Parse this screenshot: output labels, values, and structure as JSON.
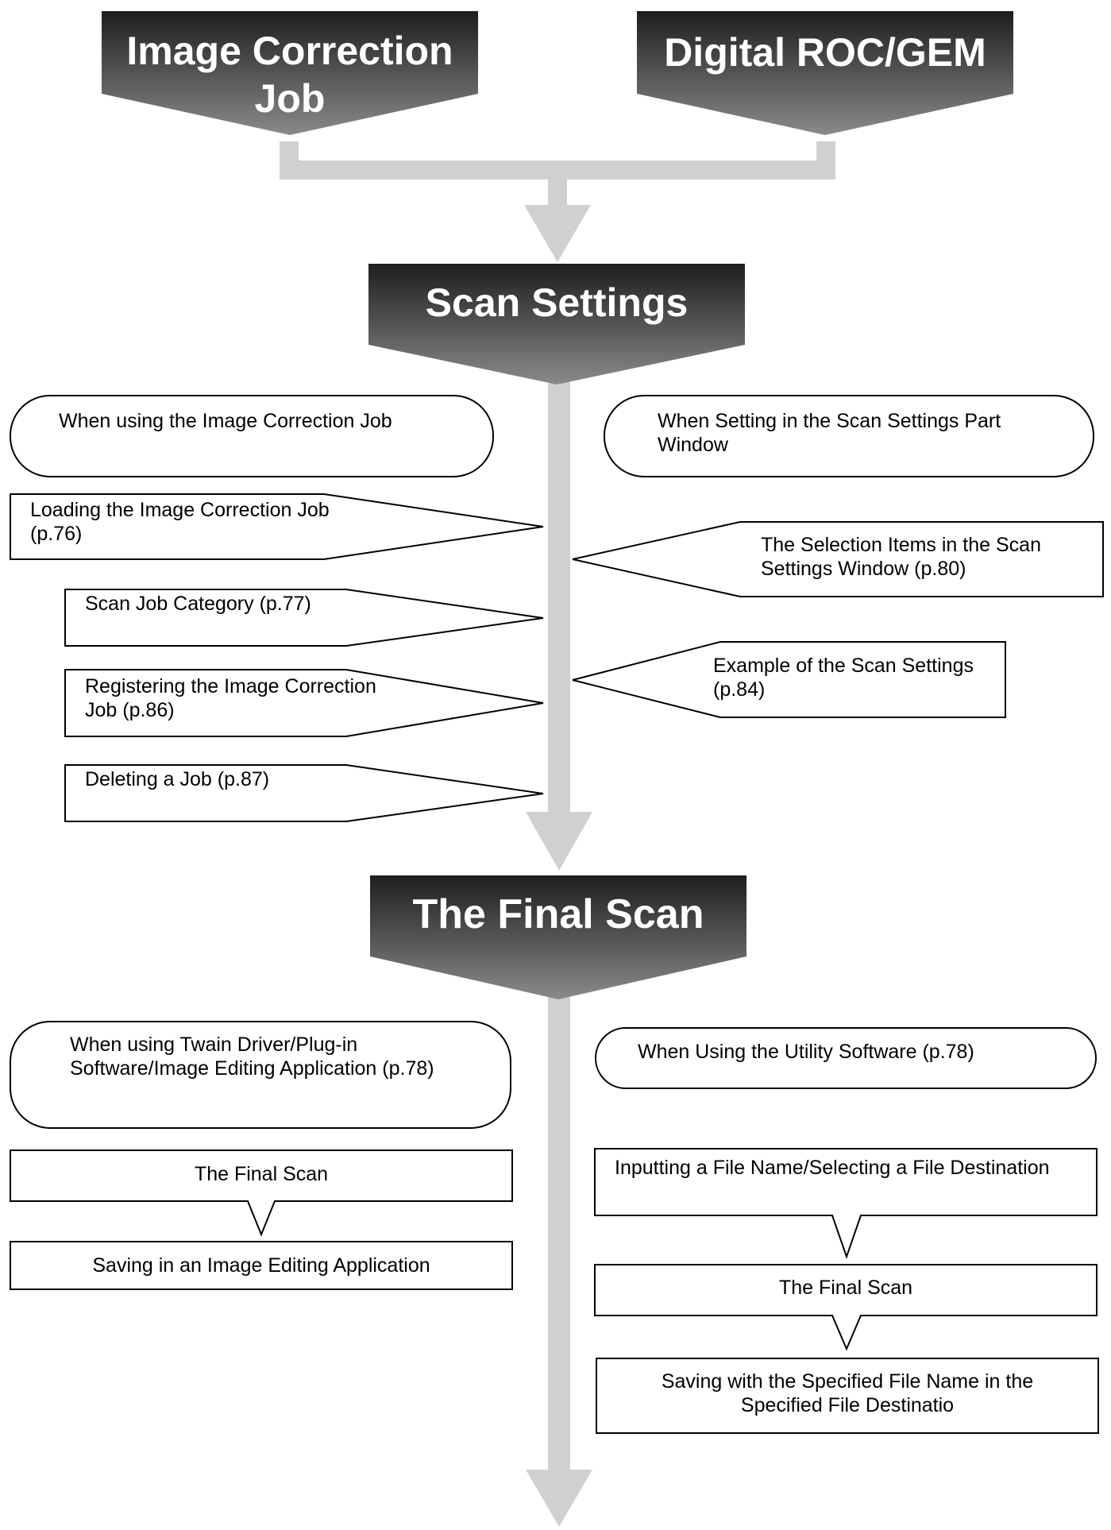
{
  "headers": {
    "image_correction_job": "Image Correction Job",
    "digital_roc_gem": "Digital ROC/GEM",
    "scan_settings": "Scan Settings",
    "the_final_scan": "The Final Scan"
  },
  "scan_settings": {
    "left_heading": "When using the Image Correction Job",
    "right_heading": "When Setting in the Scan Settings Part Window",
    "left_items": [
      "Loading the Image Correction Job (p.76)",
      "Scan Job Category (p.77)",
      "Registering the Image Correction Job (p.86)",
      "Deleting a Job (p.87)"
    ],
    "right_items": [
      "The Selection Items in the Scan Settings Window (p.80)",
      "Example of the Scan Settings (p.84)"
    ]
  },
  "final_scan": {
    "left_heading": "When using Twain Driver/Plug-in Software/Image Editing Application (p.78)",
    "right_heading": "When Using the Utility Software (p.78)",
    "left_steps": [
      "The Final Scan",
      "Saving in an Image Editing Application"
    ],
    "right_steps": [
      "Inputting a File Name/Selecting a File Destination",
      "The Final Scan",
      "Saving with the Specified File Name in the Specified File Destinatio"
    ]
  },
  "colors": {
    "header_dark": "#1e1e1e",
    "header_light": "#8a8a8a",
    "connector": "#d0d0d0",
    "outline": "#000000"
  }
}
